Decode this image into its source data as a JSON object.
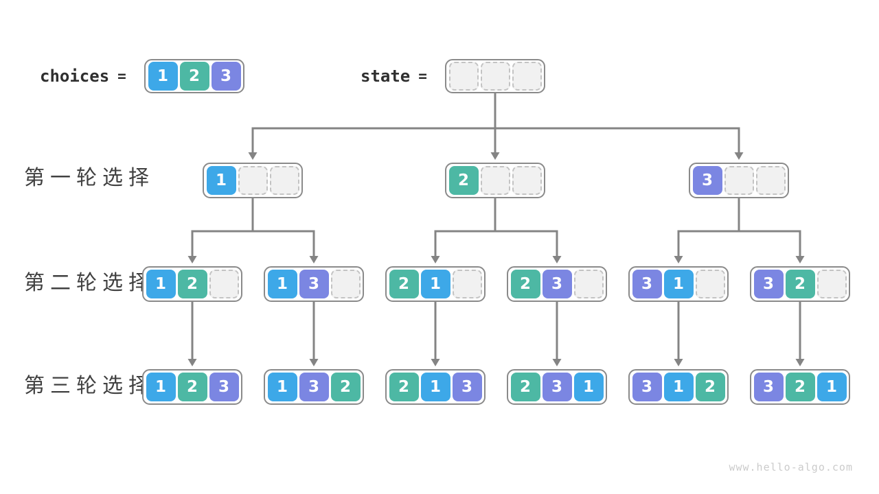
{
  "header": {
    "choices_label": "choices",
    "state_label": "state",
    "equals": "=",
    "choices_values": [
      1,
      2,
      3
    ],
    "state_values": [
      null,
      null,
      null
    ]
  },
  "palette": {
    "1": "#3da8e8",
    "2": "#4db8a4",
    "3": "#7b86e2",
    "empty_fill": "#f1f1f1",
    "empty_border": "#c3c3c3",
    "box_border": "#8a8a8a",
    "arrow": "#848484"
  },
  "rows": [
    {
      "label": "第一轮选择",
      "nodes": [
        [
          1,
          null,
          null
        ],
        [
          2,
          null,
          null
        ],
        [
          3,
          null,
          null
        ]
      ]
    },
    {
      "label": "第二轮选择",
      "nodes": [
        [
          1,
          2,
          null
        ],
        [
          1,
          3,
          null
        ],
        [
          2,
          1,
          null
        ],
        [
          2,
          3,
          null
        ],
        [
          3,
          1,
          null
        ],
        [
          3,
          2,
          null
        ]
      ]
    },
    {
      "label": "第三轮选择",
      "nodes": [
        [
          1,
          2,
          3
        ],
        [
          1,
          3,
          2
        ],
        [
          2,
          1,
          3
        ],
        [
          2,
          3,
          1
        ],
        [
          3,
          1,
          2
        ],
        [
          3,
          2,
          1
        ]
      ]
    }
  ],
  "watermark": "www.hello-algo.com"
}
